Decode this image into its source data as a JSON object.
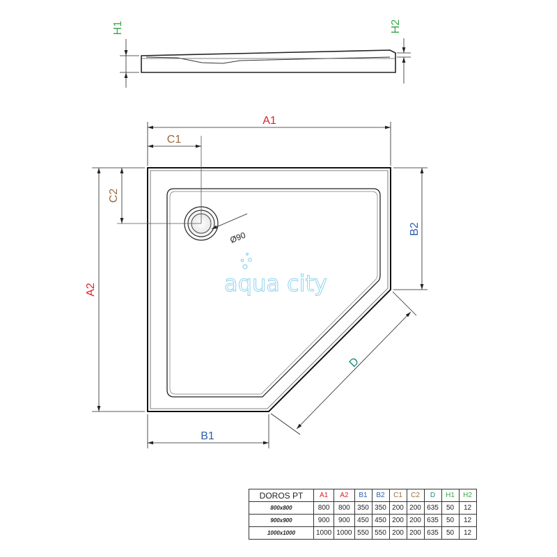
{
  "labels": {
    "h1": "H1",
    "h2": "H2",
    "a1": "A1",
    "a2": "A2",
    "b1": "B1",
    "b2": "B2",
    "c1": "C1",
    "c2": "C2",
    "d": "D",
    "drain": "Ø90"
  },
  "watermark": "aqua city",
  "colors": {
    "a": "#e0202a",
    "b": "#2a5db0",
    "c": "#9a6a3c",
    "d": "#1f8a7a",
    "h": "#3aa84a",
    "line": "#222222",
    "watermark": "#8fd3ee"
  },
  "table": {
    "model": "DOROS PT",
    "headers": [
      "A1",
      "A2",
      "B1",
      "B2",
      "C1",
      "C2",
      "D",
      "H1",
      "H2"
    ],
    "rows": [
      {
        "size": "800x800",
        "values": [
          "800",
          "800",
          "350",
          "350",
          "200",
          "200",
          "635",
          "50",
          "12"
        ]
      },
      {
        "size": "900x900",
        "values": [
          "900",
          "900",
          "450",
          "450",
          "200",
          "200",
          "635",
          "50",
          "12"
        ]
      },
      {
        "size": "1000x1000",
        "values": [
          "1000",
          "1000",
          "550",
          "550",
          "200",
          "200",
          "635",
          "50",
          "12"
        ]
      }
    ]
  }
}
